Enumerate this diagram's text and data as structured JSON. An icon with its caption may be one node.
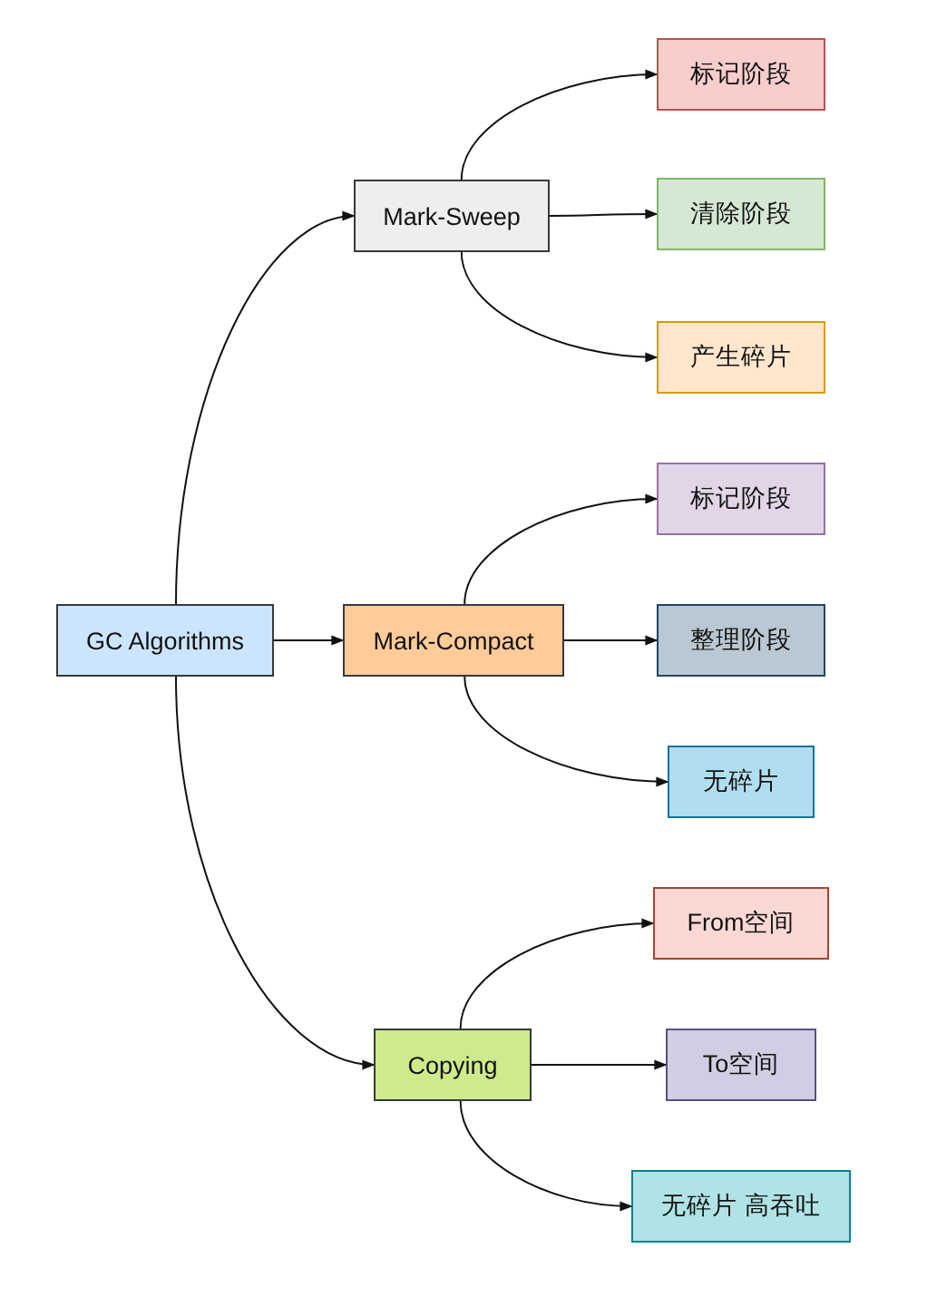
{
  "diagram": {
    "nodes": [
      {
        "text": [
          "GC Algorithms"
        ]
      },
      {
        "text": [
          "Mark-Sweep"
        ]
      },
      {
        "text": [
          "Mark-Compact"
        ]
      },
      {
        "text": [
          "Copying"
        ]
      },
      {
        "text": [
          "标记阶段"
        ]
      },
      {
        "text": [
          "清除阶段"
        ]
      },
      {
        "text": [
          "产生碎片"
        ]
      },
      {
        "text": [
          "标记阶段"
        ]
      },
      {
        "text": [
          "整理阶段"
        ]
      },
      {
        "text": [
          "无碎片"
        ]
      },
      {
        "text": [
          "From空间"
        ]
      },
      {
        "text": [
          "To空间"
        ]
      },
      {
        "text": [
          "无碎片 高吞吐"
        ]
      }
    ],
    "edges": [
      {
        "from": 0,
        "to": 1,
        "arrow": "to"
      },
      {
        "from": 0,
        "to": 2,
        "arrow": "to"
      },
      {
        "from": 0,
        "to": 3,
        "arrow": "to"
      },
      {
        "from": 1,
        "to": 4,
        "arrow": "to"
      },
      {
        "from": 1,
        "to": 5,
        "arrow": "to"
      },
      {
        "from": 1,
        "to": 6,
        "arrow": "to"
      },
      {
        "from": 2,
        "to": 7,
        "arrow": "to"
      },
      {
        "from": 2,
        "to": 8,
        "arrow": "to"
      },
      {
        "from": 2,
        "to": 9,
        "arrow": "to"
      },
      {
        "from": 3,
        "to": 10,
        "arrow": "to"
      },
      {
        "from": 3,
        "to": 11,
        "arrow": "to"
      },
      {
        "from": 3,
        "to": 12,
        "arrow": "to"
      }
    ]
  }
}
